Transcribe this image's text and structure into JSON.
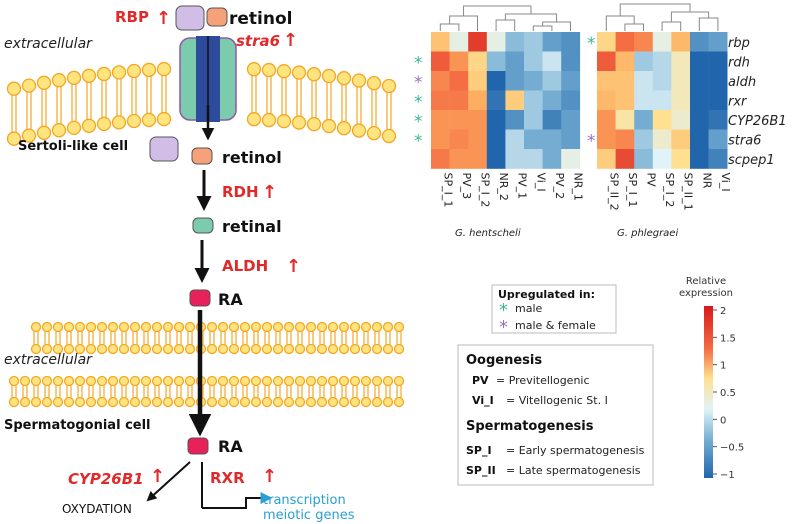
{
  "pathway": {
    "extracellular_label": "extracellular",
    "rbp": "RBP",
    "retinol_top": "retinol",
    "stra6": "stra6",
    "sertoli_cell": "Sertoli-like cell",
    "retinol_mid": "retinol",
    "rdh": "RDH",
    "retinal": "retinal",
    "aldh": "ALDH",
    "ra_top": "RA",
    "extracellular_label_2": "extracellular",
    "spermatogonial_cell": "Spermatogonial cell",
    "ra_bottom": "RA",
    "cyp26b1": "CYP26B1",
    "rxr": "RXR",
    "oxydation": "OXYDATION",
    "transcription_1": "transcription",
    "transcription_2": "meiotic genes",
    "up_arrow": "↑"
  },
  "heatmap": {
    "genes": [
      "rbp",
      "rdh",
      "aldh",
      "rxr",
      "CYP26B1",
      "stra6",
      "scpep1"
    ],
    "left": {
      "title": "G. hentscheli",
      "samples": [
        "SP_I_1",
        "PV_3",
        "SP_I_2",
        "NR_2",
        "PV_1",
        "Vi_I",
        "PV_2",
        "NR_1"
      ],
      "values": [
        [
          0.8,
          0.1,
          1.8,
          0.1,
          -0.4,
          -0.3,
          -0.6,
          -0.7
        ],
        [
          1.6,
          1.2,
          0.6,
          -0.4,
          -0.6,
          -0.3,
          -0.1,
          -0.7
        ],
        [
          1.3,
          1.5,
          0.7,
          -1.0,
          -0.6,
          -0.5,
          -0.3,
          -0.6
        ],
        [
          1.4,
          1.4,
          1.0,
          -0.9,
          0.7,
          -0.3,
          -0.5,
          -0.7
        ],
        [
          1.2,
          1.2,
          1.2,
          -1.0,
          -0.7,
          -0.3,
          -0.8,
          -0.6
        ],
        [
          1.2,
          1.3,
          1.2,
          -1.0,
          -0.2,
          -0.5,
          -0.5,
          -0.6
        ],
        [
          1.4,
          1.2,
          1.2,
          -1.0,
          -0.2,
          -0.2,
          -0.5,
          0.1
        ]
      ],
      "stars": [
        "",
        "*",
        "*",
        "*",
        "*",
        "*",
        ""
      ],
      "star_colors": [
        "",
        "#3fb59a",
        "#9a6fc2",
        "#3fb59a",
        "#3fb59a",
        "#3fb59a",
        ""
      ]
    },
    "right": {
      "title": "G. phlegraei",
      "samples": [
        "SP_II_2",
        "SP_I_1",
        "PV",
        "SP_I_2",
        "SP_II_1",
        "NR",
        "Vi_I"
      ],
      "values": [
        [
          0.6,
          1.5,
          1.3,
          0.1,
          0.9,
          -0.7,
          -0.6
        ],
        [
          1.6,
          0.9,
          -0.3,
          -0.2,
          0.3,
          -1.0,
          -1.0
        ],
        [
          0.8,
          0.8,
          -0.1,
          -0.2,
          0.3,
          -1.0,
          -1.0
        ],
        [
          0.9,
          0.8,
          -0.1,
          -0.1,
          0.3,
          -1.0,
          -1.0
        ],
        [
          1.2,
          0.4,
          -0.5,
          0.5,
          0.2,
          -1.0,
          -0.9
        ],
        [
          1.2,
          1.3,
          -0.3,
          0.2,
          0.7,
          -1.0,
          -0.6
        ],
        [
          0.7,
          1.7,
          -0.4,
          0.0,
          0.5,
          -1.0,
          -0.8
        ]
      ],
      "stars": [
        "*",
        "",
        "",
        "",
        "",
        "*",
        ""
      ],
      "star_colors": [
        "#3fb59a",
        "",
        "",
        "",
        "",
        "#9a6fc2",
        ""
      ]
    }
  },
  "legend": {
    "title": "Upregulated in:",
    "male": "male",
    "male_female": "male & female",
    "star": "*",
    "male_color": "#3fb59a",
    "male_female_color": "#9a6fc2"
  },
  "colorbar": {
    "title_1": "Relative",
    "title_2": "expression",
    "ticks": [
      "2",
      "1.5",
      "1",
      "0.5",
      "0",
      "−0.5",
      "−1"
    ]
  },
  "key": {
    "oogenesis_title": "Oogenesis",
    "pv_abbr": "PV",
    "pv_def": "= Previtellogenic",
    "vi_abbr": "Vi_I",
    "vi_def": "= Vitellogenic St. I",
    "sperm_title": "Spermatogenesis",
    "spi_abbr": "SP_I",
    "spi_def": "= Early spermatogenesis",
    "spii_abbr": "SP_II",
    "spii_def": "= Late spermatogenesis"
  },
  "colors": {
    "red": "#e02a2a",
    "membrane": "#f5a623",
    "lipid": "#fde47f",
    "purple_protein": "#d2bde6",
    "orange_protein": "#f5a27a",
    "green_protein": "#7ccbad",
    "ra": "#e8215a",
    "blue_text": "#2a9fd6"
  }
}
